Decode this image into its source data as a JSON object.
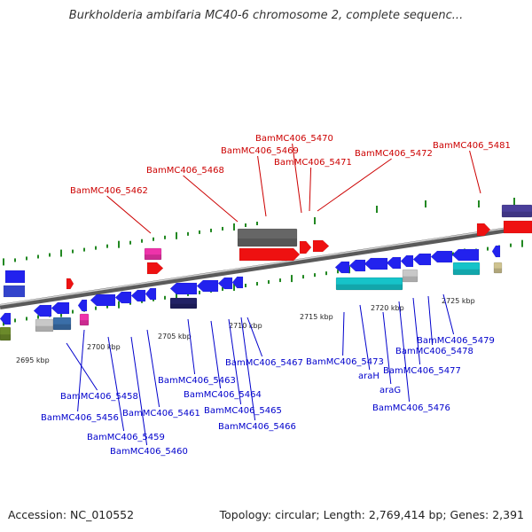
{
  "title": "Burkholderia ambifaria MC40-6 chromosome 2, complete sequenc...",
  "footer": {
    "accession": "Accession: NC_010552",
    "info": "Topology: circular; Length: 2,769,414 bp; Genes: 2,391"
  },
  "colors": {
    "forward_label": "#cc0000",
    "reverse_label": "#0000cc",
    "axis": "#888888",
    "tick": "#228822"
  },
  "scale_labels": [
    "2695 kbp",
    "2700 kbp",
    "2705 kbp",
    "2710 kbp",
    "2715 kbp",
    "2720 kbp",
    "2725 kbp"
  ],
  "forward_genes": [
    "BamMC406_5462",
    "BamMC406_5468",
    "BamMC406_5469",
    "BamMC406_5470",
    "BamMC406_5471",
    "BamMC406_5472",
    "BamMC406_5481"
  ],
  "reverse_genes": [
    "BamMC406_5456",
    "BamMC406_5458",
    "BamMC406_5459",
    "BamMC406_5460",
    "BamMC406_5461",
    "BamMC406_5463",
    "BamMC406_5464",
    "BamMC406_5465",
    "BamMC406_5466",
    "BamMC406_5467",
    "BamMC406_5473",
    "araH",
    "araG",
    "BamMC406_5476",
    "BamMC406_5477",
    "BamMC406_5478",
    "BamMC406_5479"
  ]
}
